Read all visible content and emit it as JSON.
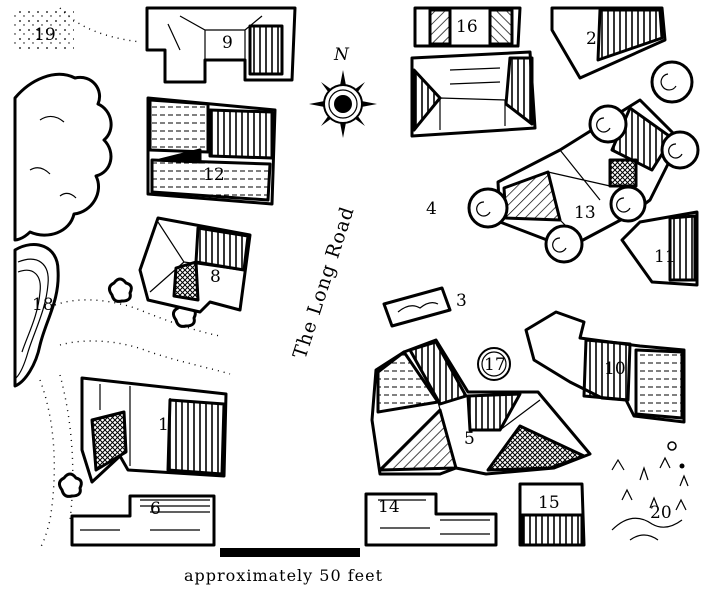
{
  "map": {
    "road_name": "The Long Road",
    "compass_label": "N",
    "scale": {
      "label": "approximately 50 feet"
    },
    "locations": {
      "loc1": "1",
      "loc2": "2",
      "loc3": "3",
      "loc4": "4",
      "loc5": "5",
      "loc6": "6",
      "loc8": "8",
      "loc9": "9",
      "loc10": "10",
      "loc11": "11",
      "loc12": "12",
      "loc13": "13",
      "loc14": "14",
      "loc15": "15",
      "loc16": "16",
      "loc17": "17",
      "loc18": "18",
      "loc19": "19",
      "loc20": "20"
    }
  },
  "colors": {
    "ink": "#000000",
    "paper": "#ffffff"
  }
}
